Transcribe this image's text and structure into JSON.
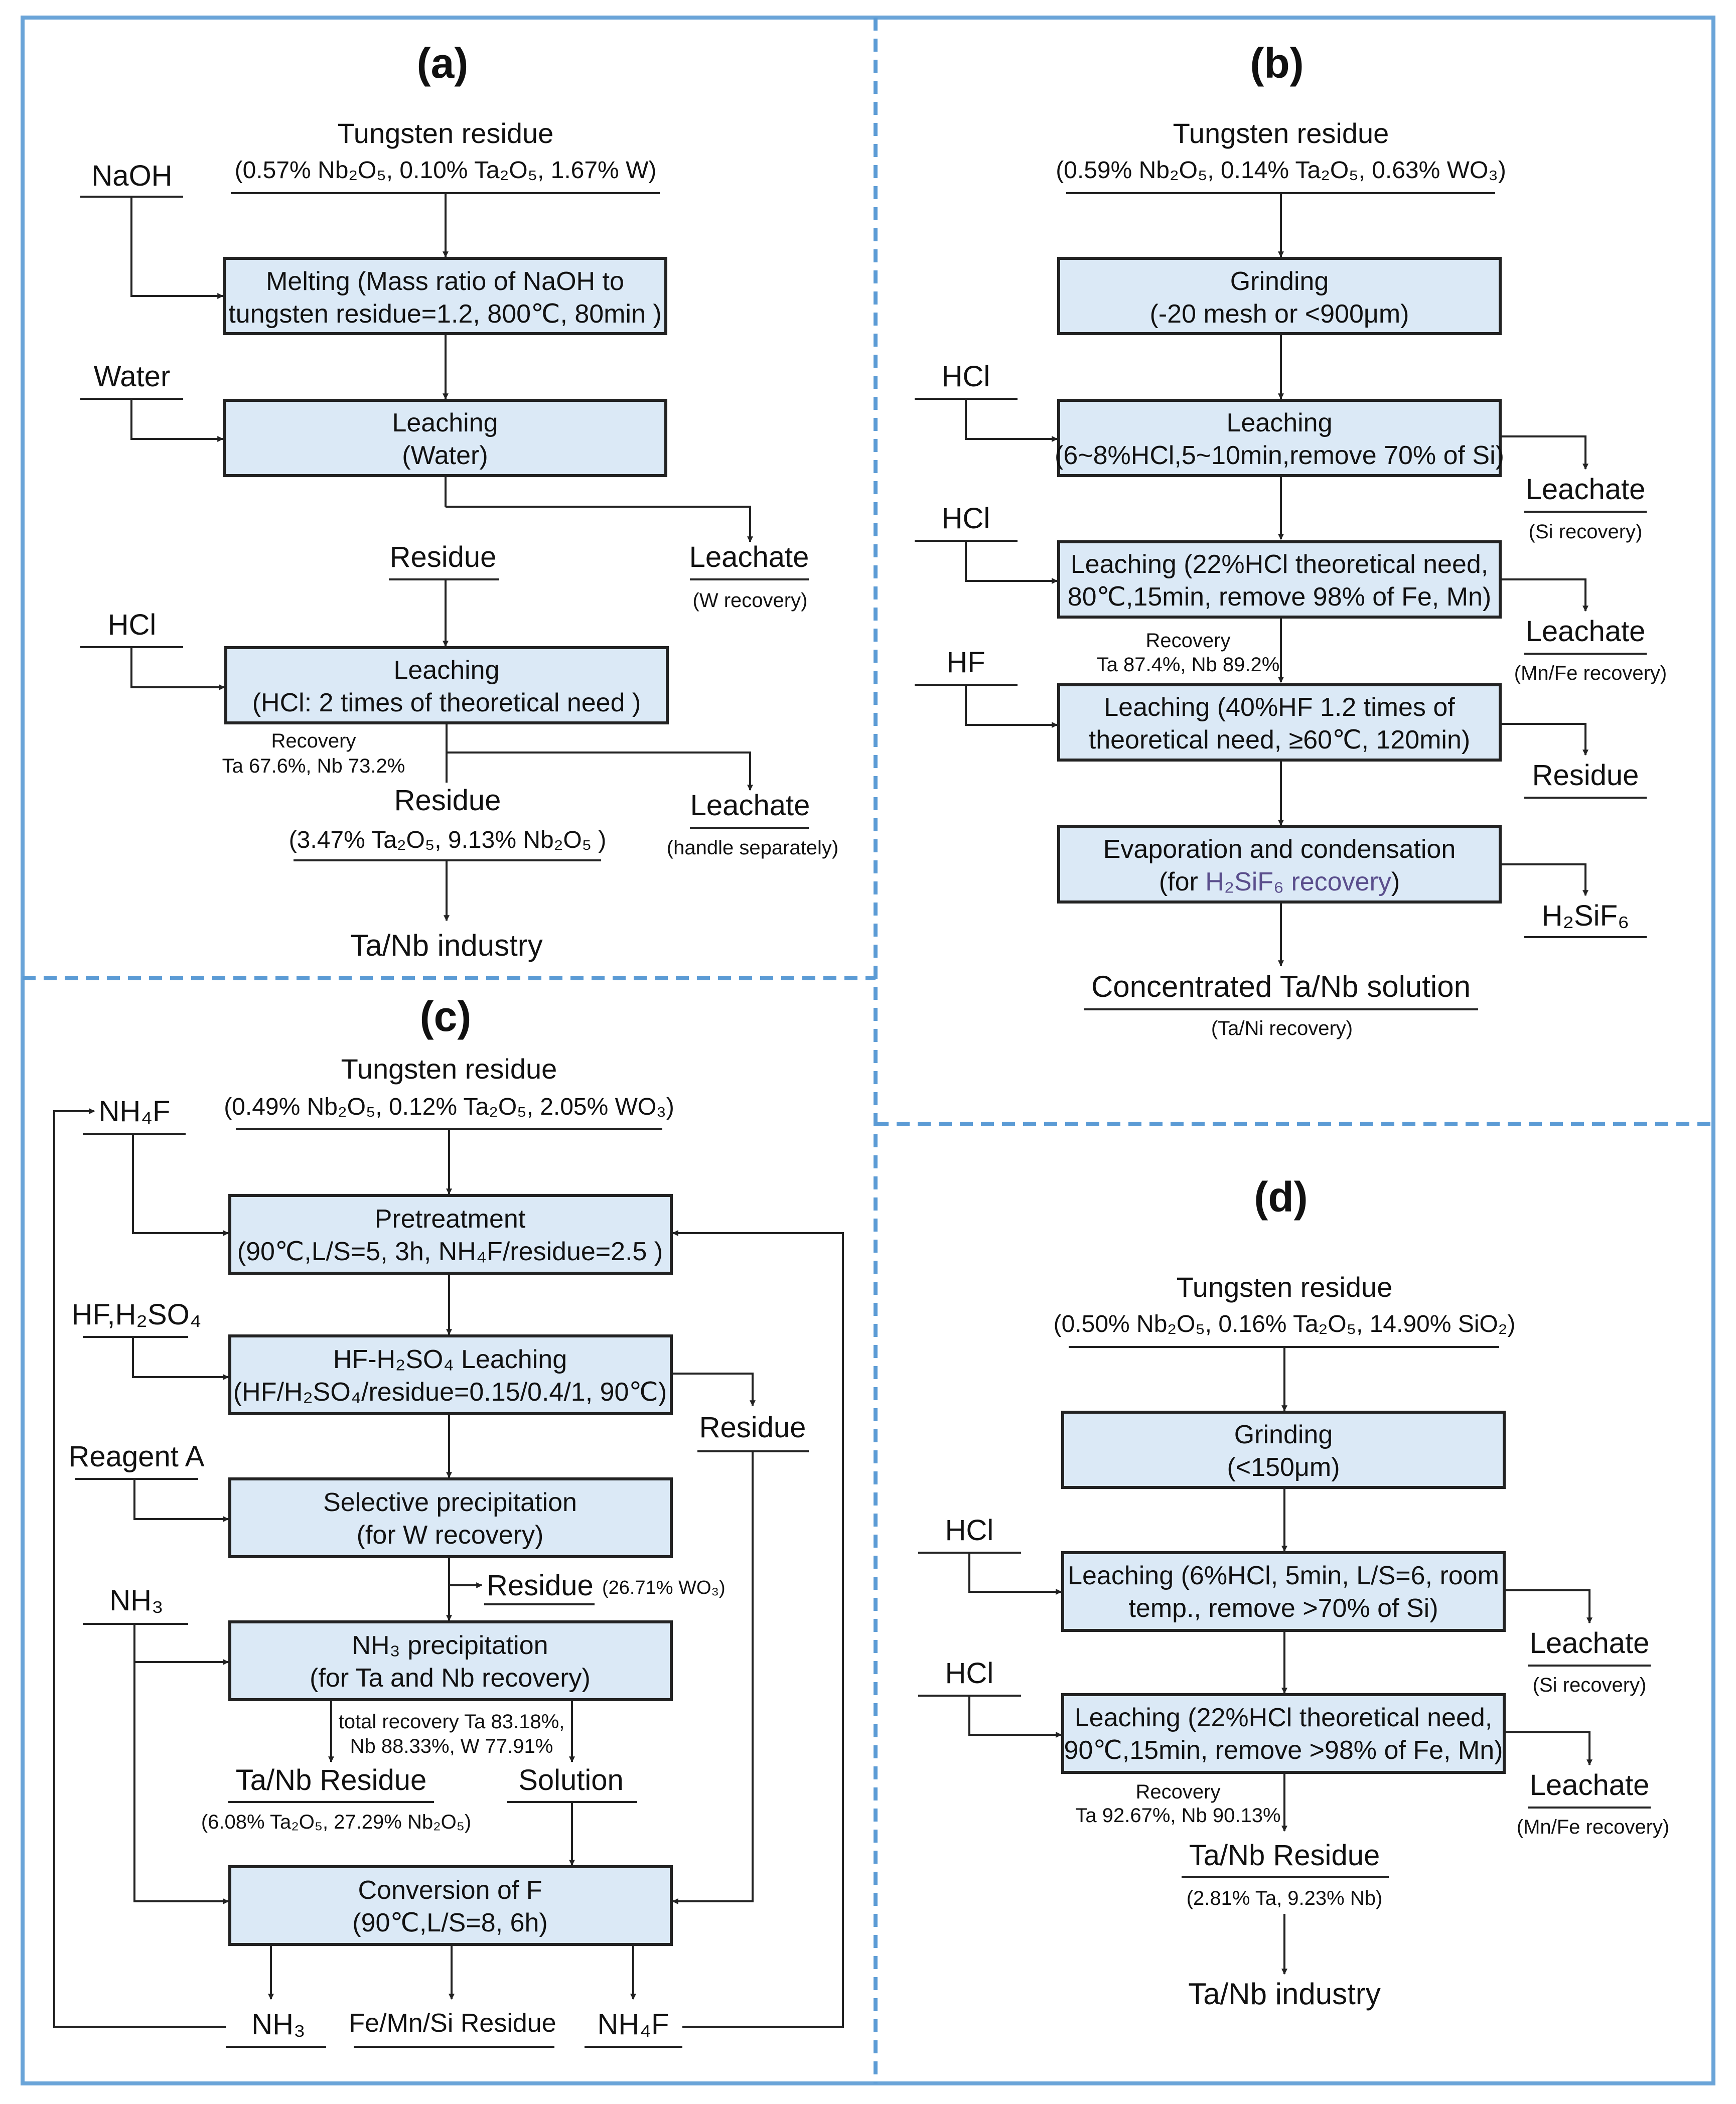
{
  "panel_a": {
    "label": "(a)",
    "source_title": "Tungsten residue",
    "source_comp": "(0.57% Nb₂O₅, 0.10% Ta₂O₅, 1.67% W)",
    "reagent_naoh": "NaOH",
    "melting_line1": "Melting (Mass ratio of NaOH to",
    "melting_line2": "tungsten residue=1.2, 800℃, 80min )",
    "reagent_water": "Water",
    "leach1_line1": "Leaching",
    "leach1_line2": "(Water)",
    "residue1": "Residue",
    "leachate1": "Leachate",
    "leachate1_note": "(W recovery)",
    "reagent_hcl": "HCl",
    "leach2_line1": "Leaching",
    "leach2_line2": "(HCl: 2 times of theoretical need )",
    "recovery_line1": "Recovery",
    "recovery_line2": "Ta 67.6%, Nb 73.2%",
    "residue2": "Residue",
    "residue2_comp": "(3.47% Ta₂O₅, 9.13% Nb₂O₅ )",
    "leachate2": "Leachate",
    "leachate2_note": "(handle separately)",
    "final": "Ta/Nb industry"
  },
  "panel_b": {
    "label": "(b)",
    "source_title": "Tungsten residue",
    "source_comp": "(0.59% Nb₂O₅, 0.14% Ta₂O₅, 0.63% WO₃)",
    "grind_line1": "Grinding",
    "grind_line2": "(-20 mesh or <900μm)",
    "reagent_hcl1": "HCl",
    "leach1_line1": "Leaching",
    "leach1_line2": "(6~8%HCl,5~10min,remove 70% of Si)",
    "leachate1": "Leachate",
    "leachate1_note": "(Si recovery)",
    "reagent_hcl2": "HCl",
    "leach2_line1": "Leaching (22%HCl theoretical need,",
    "leach2_line2": "80℃,15min, remove 98% of Fe, Mn)",
    "leachate2": "Leachate",
    "leachate2_note": "(Mn/Fe recovery)",
    "recovery_line1": "Recovery",
    "recovery_line2": "Ta 87.4%, Nb 89.2%",
    "reagent_hf": "HF",
    "leach3_line1": "Leaching (40%HF 1.2 times of",
    "leach3_line2": "theoretical need, ≥60℃, 120min)",
    "residue": "Residue",
    "evap_line1": "Evaporation and condensation",
    "evap_line2_prefix": "(for ",
    "evap_line2_highlight": "H₂SiF₆ recovery",
    "evap_line2_suffix": ")",
    "h2sif6": "H₂SiF₆",
    "final": "Concentrated Ta/Nb solution",
    "final_note": "(Ta/Ni recovery)"
  },
  "panel_c": {
    "label": "(c)",
    "source_title": "Tungsten residue",
    "source_comp": "(0.49% Nb₂O₅, 0.12% Ta₂O₅, 2.05% WO₃)",
    "reagent_nh4f": "NH₄F",
    "pre_line1": "Pretreatment",
    "pre_line2": "(90℃,L/S=5, 3h, NH₄F/residue=2.5 )",
    "reagent_hf_h2so4": "HF,H₂SO₄",
    "hfl_line1": "HF-H₂SO₄ Leaching",
    "hfl_line2": "(HF/H₂SO₄/residue=0.15/0.4/1, 90℃)",
    "residue_right": "Residue",
    "reagent_a": "Reagent A",
    "sel_line1": "Selective precipitation",
    "sel_line2": "(for W recovery)",
    "residue_w": "Residue",
    "residue_w_comp": "(26.71% WO₃)",
    "reagent_nh3": "NH₃",
    "nh3p_line1": "NH₃ precipitation",
    "nh3p_line2": "(for Ta and Nb recovery)",
    "recovery_line1": "total recovery Ta 83.18%,",
    "recovery_line2": "Nb 88.33%, W 77.91%",
    "tanb_residue": "Ta/Nb Residue",
    "tanb_residue_comp": "(6.08% Ta₂O₅, 27.29% Nb₂O₅)",
    "solution": "Solution",
    "conv_line1": "Conversion of F",
    "conv_line2": "(90℃,L/S=8, 6h)",
    "out_nh3": "NH₃",
    "out_fe": "Fe/Mn/Si Residue",
    "out_nh4f": "NH₄F"
  },
  "panel_d": {
    "label": "(d)",
    "source_title": "Tungsten residue",
    "source_comp": "(0.50% Nb₂O₅, 0.16% Ta₂O₅, 14.90% SiO₂)",
    "grind_line1": "Grinding",
    "grind_line2": "(<150μm)",
    "reagent_hcl1": "HCl",
    "leach1_line1": "Leaching (6%HCl, 5min, L/S=6, room",
    "leach1_line2": "temp., remove >70% of Si)",
    "leachate1": "Leachate",
    "leachate1_note": "(Si recovery)",
    "reagent_hcl2": "HCl",
    "leach2_line1": "Leaching (22%HCl theoretical need,",
    "leach2_line2": "90℃,15min, remove >98% of Fe, Mn)",
    "leachate2": "Leachate",
    "leachate2_note": "(Mn/Fe recovery)",
    "recovery_line1": "Recovery",
    "recovery_line2": "Ta 92.67%, Nb 90.13%",
    "residue": "Ta/Nb Residue",
    "residue_comp": "(2.81% Ta, 9.23% Nb)",
    "final": "Ta/Nb industry"
  }
}
